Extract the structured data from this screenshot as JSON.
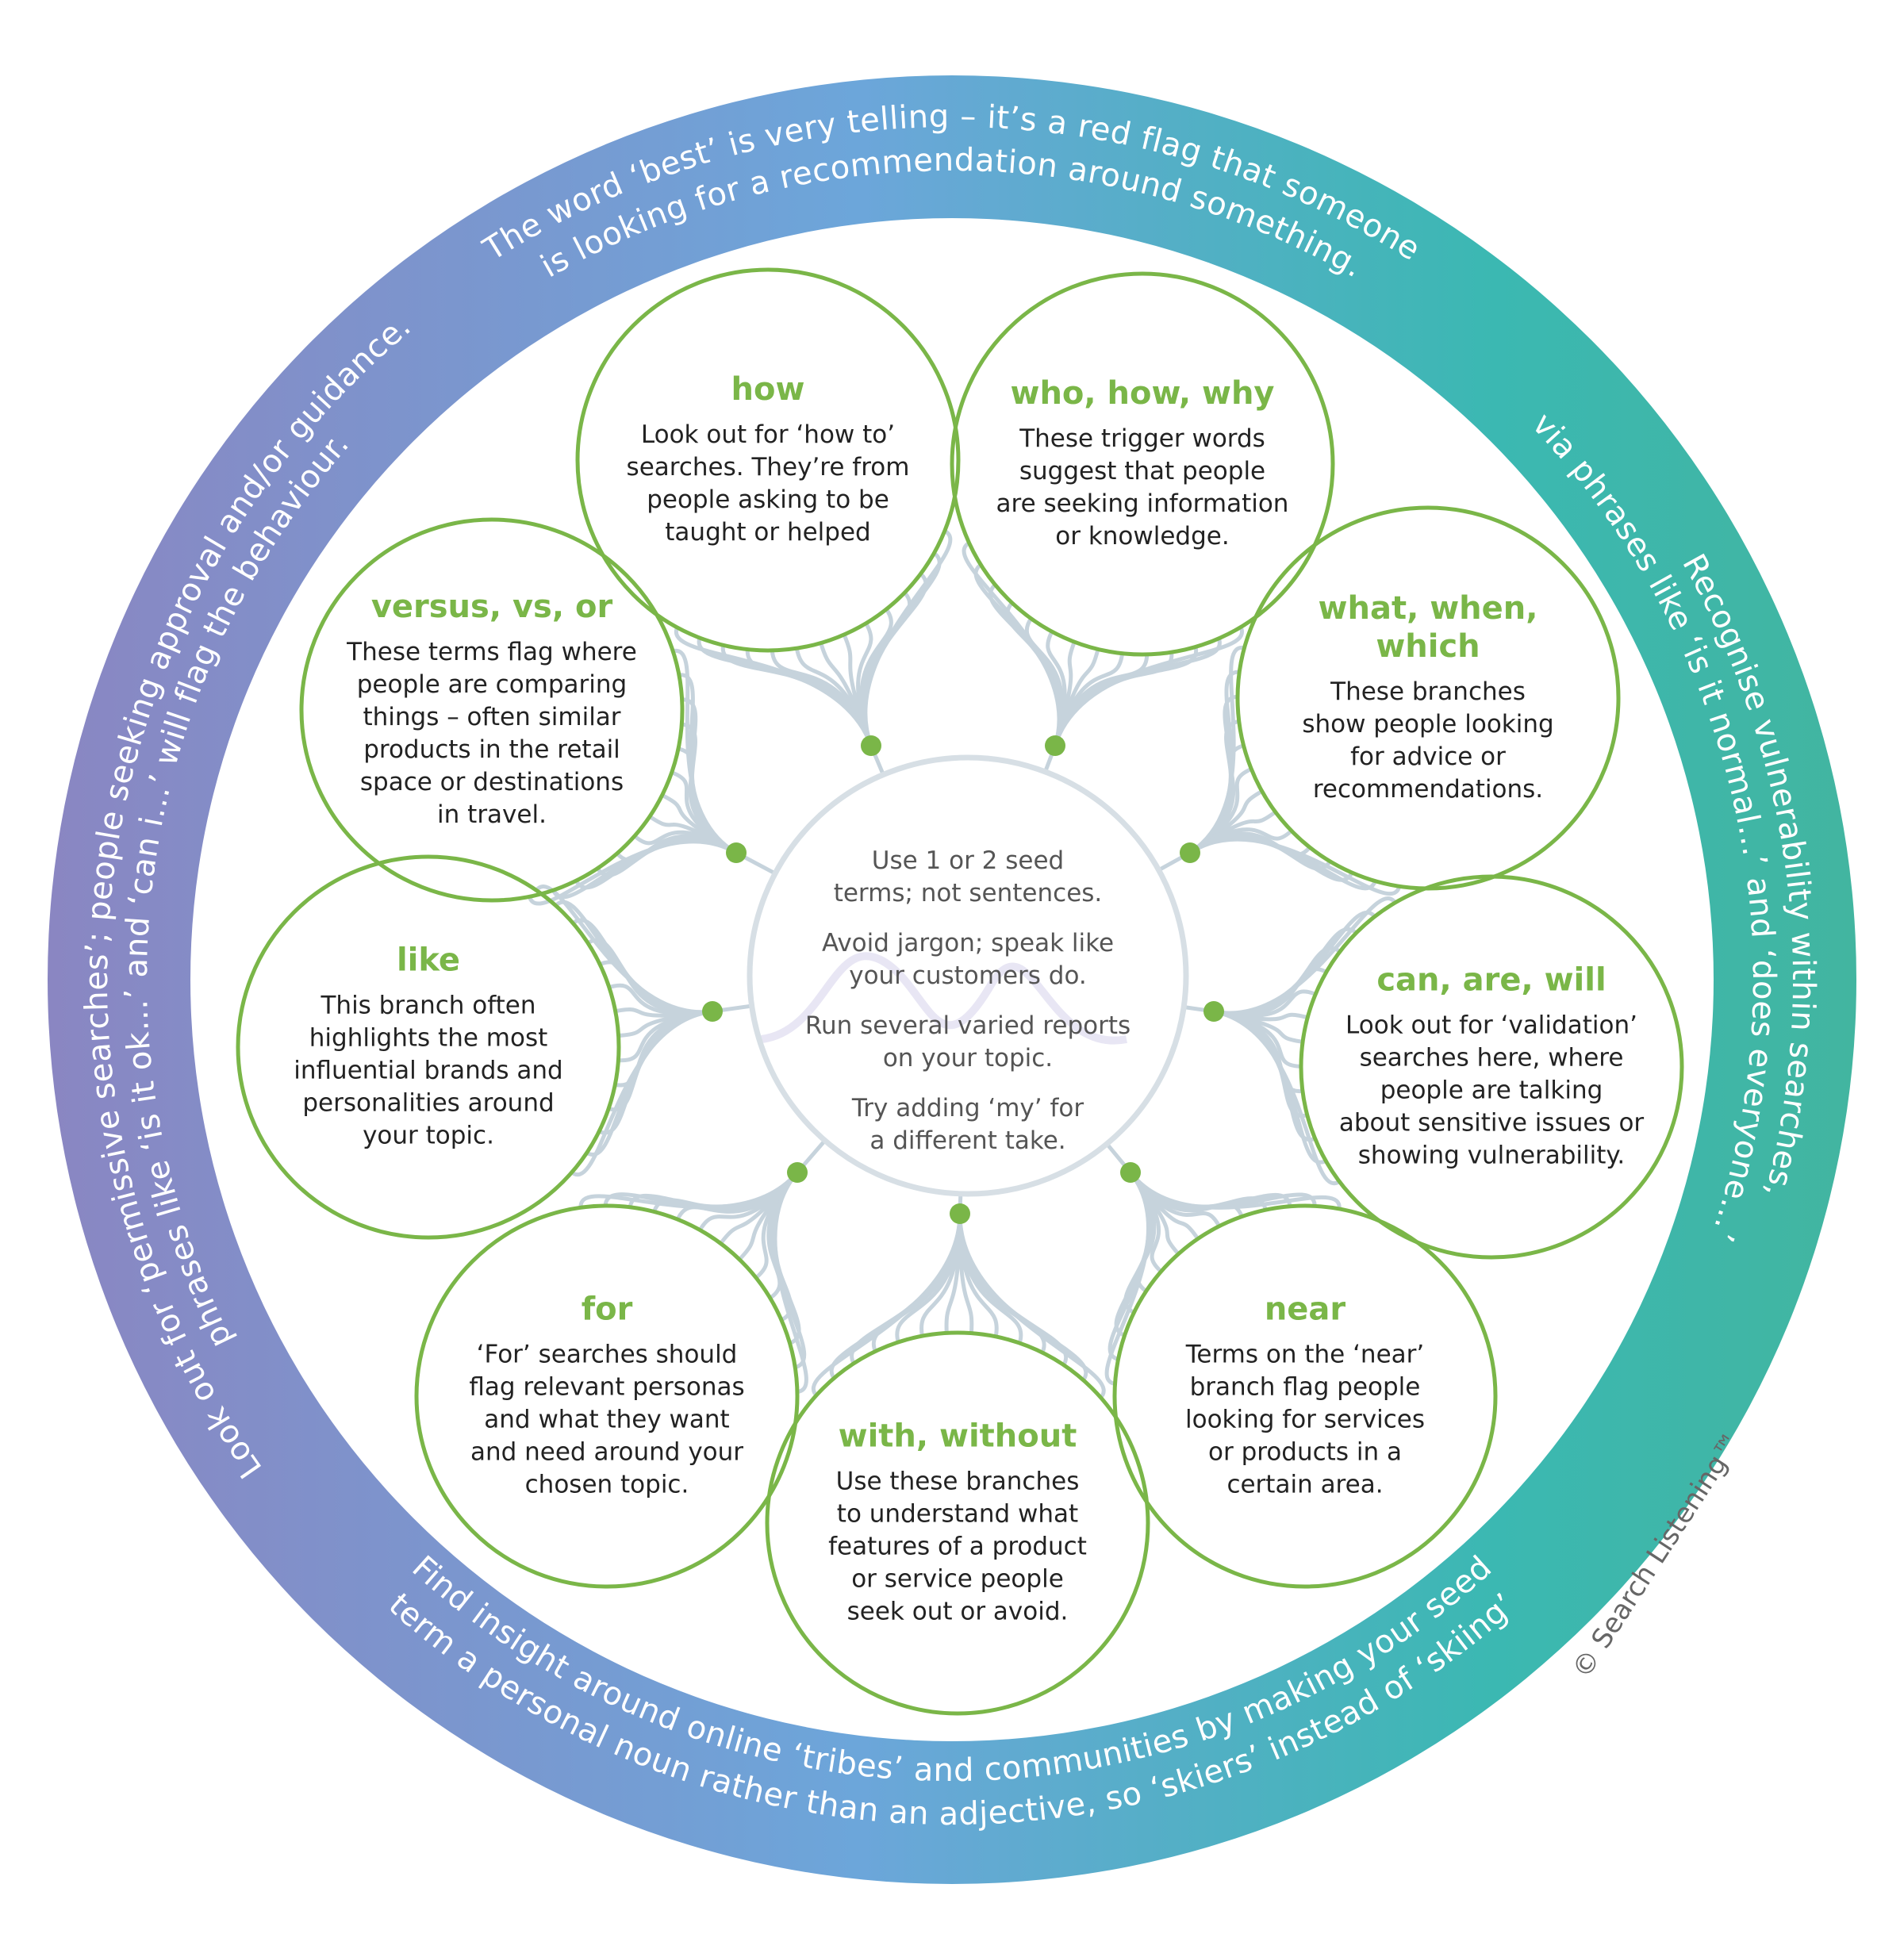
{
  "colors": {
    "ring_left": "#8a86c2",
    "ring_mid": "#6ca6da",
    "ring_right": "#3bb8b2",
    "node_border": "#7ab648",
    "node_title": "#7ab648",
    "dot": "#7ab648",
    "branch": "#c6d3dc",
    "center_border": "#d7dfe5"
  },
  "ring_text": {
    "top": [
      "The word ‘best’ is very telling – it’s a red flag that someone",
      "is looking for a recommendation around something."
    ],
    "left": [
      "Look out for ‘permissive searches’; people seeking approval and/or guidance.",
      "phrases like ‘is it ok…’ and ‘can i…’ will flag the behaviour."
    ],
    "right": [
      "Recognise vulnerability within searches,",
      "via phrases like ‘is it normal…’ and ‘does everyone…’"
    ],
    "bottom": [
      "Find insight around online ‘tribes’ and communities by making your seed",
      "term a personal noun rather than an adjective, so ‘skiers’ instead of ‘skiing’"
    ]
  },
  "center": {
    "tips": [
      [
        "Use 1 or 2 seed",
        "terms; not sentences."
      ],
      [
        "Avoid jargon; speak like",
        "your customers do."
      ],
      [
        "Run several varied reports",
        "on your topic."
      ],
      [
        "Try adding ‘my’ for",
        "a different take."
      ]
    ]
  },
  "nodes": [
    {
      "id": "how",
      "title": [
        "how"
      ],
      "body": [
        "Look out for ‘how to’",
        "searches. They’re from",
        "people asking to be",
        "taught or helped"
      ]
    },
    {
      "id": "who-how-why",
      "title": [
        "who, how, why"
      ],
      "body": [
        "These trigger words",
        "suggest that people",
        "are seeking information",
        "or knowledge."
      ]
    },
    {
      "id": "what-when-which",
      "title": [
        "what, when,",
        "which"
      ],
      "body": [
        "These branches",
        "show people looking",
        "for advice or",
        "recommendations."
      ]
    },
    {
      "id": "can-are-will",
      "title": [
        "can, are, will"
      ],
      "body": [
        "Look out for ‘validation’",
        "searches here, where",
        "people are talking",
        "about sensitive issues or",
        "showing vulnerability."
      ]
    },
    {
      "id": "near",
      "title": [
        "near"
      ],
      "body": [
        "Terms on the ‘near’",
        "branch flag people",
        "looking for services",
        "or products in a",
        "certain area."
      ]
    },
    {
      "id": "with-without",
      "title": [
        "with, without"
      ],
      "body": [
        "Use these branches",
        "to understand what",
        "features of a product",
        "or service people",
        "seek out or avoid."
      ]
    },
    {
      "id": "for",
      "title": [
        "for"
      ],
      "body": [
        "‘For’ searches should",
        "flag relevant personas",
        "and what they want",
        "and need around your",
        "chosen topic."
      ]
    },
    {
      "id": "like",
      "title": [
        "like"
      ],
      "body": [
        "This branch often",
        "highlights the most",
        "influential brands and",
        "personalities around",
        "your topic."
      ]
    },
    {
      "id": "versus-vs-or",
      "title": [
        "versus, vs, or"
      ],
      "body": [
        "These terms flag where",
        "people are comparing",
        "things – often similar",
        "products in the retail",
        "space or destinations",
        "in travel."
      ]
    }
  ],
  "copyright": "© Search Listening™"
}
